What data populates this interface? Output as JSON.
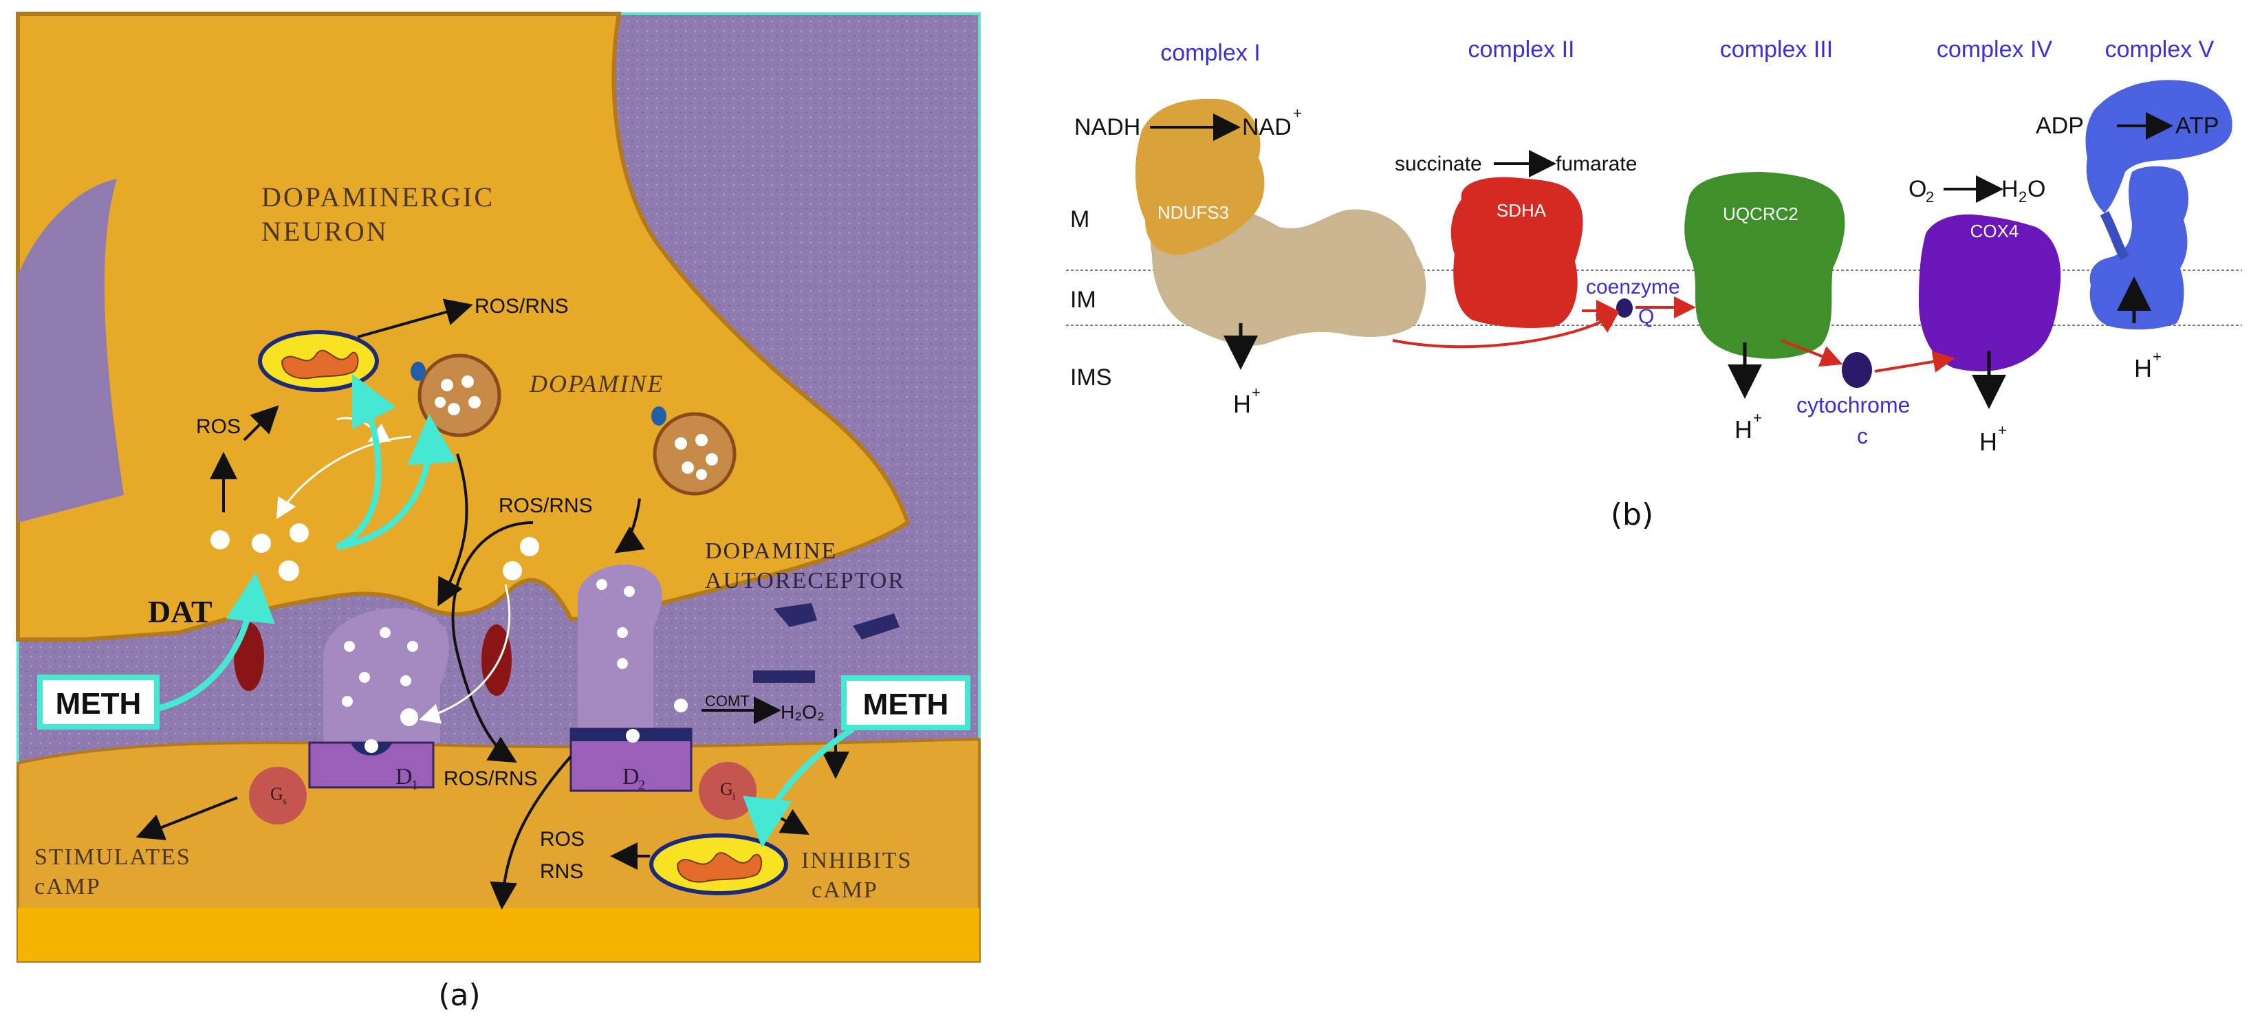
{
  "panel_a": {
    "caption": "(a)",
    "neuron_label_line1": "DOPAMINERGIC",
    "neuron_label_line2": "NEURON",
    "dopamine_label": "DOPAMINE",
    "autoreceptor_line1": "DOPAMINE",
    "autoreceptor_line2": "AUTORECEPTOR",
    "dat_label": "DAT",
    "meth_left": "METH",
    "meth_right": "METH",
    "ros_rns_top": "ROS/RNS",
    "ros_label": "ROS",
    "ros_rns_mid": "ROS/RNS",
    "ros_rns_bottom": "ROS/RNS",
    "comt_label": "COMT",
    "h2o2_label": "H₂O₂",
    "d1_label": "D",
    "d1_sub": "1",
    "d2_label": "D",
    "d2_sub": "2",
    "gs_label": "G",
    "gs_sub": "s",
    "gi_label": "G",
    "gi_sub": "i",
    "stimulates_line1": "STIMULATES",
    "stimulates_line2": "cAMP",
    "inhibits_line1": "INHIBITS",
    "inhibits_line2": "cAMP",
    "ros_bottom": "ROS",
    "rns_bottom": "RNS",
    "colors": {
      "background_purple": "#8f7bb0",
      "neuron_yellow": "#e7a928",
      "meth_cyan": "#45e8d2",
      "dat_red": "#8a1515"
    }
  },
  "panel_b": {
    "caption": "(b)",
    "complex_titles": [
      "complex I",
      "complex II",
      "complex III",
      "complex IV",
      "complex V"
    ],
    "region_labels": [
      "M",
      "IM",
      "IMS"
    ],
    "nadh": "NADH",
    "nad": "NAD",
    "nad_sup": "+",
    "succinate": "succinate",
    "fumarate": "fumarate",
    "o2": "O",
    "o2_sub": "2",
    "h2o_h": "H",
    "h2o_sub": "2",
    "h2o_o": "O",
    "adp": "ADP",
    "atp": "ATP",
    "subunits": [
      "NDUFS3",
      "SDHA",
      "UQCRC2",
      "COX4"
    ],
    "coenzyme_line1": "coenzyme",
    "coenzyme_line2": "Q",
    "cytochrome_line1": "cytochrome",
    "cytochrome_line2": "c",
    "proton": "H",
    "proton_sup": "+",
    "colors": {
      "title_blue": "#3a2fd8",
      "complex1": "#d9a23a",
      "complex1_base": "#c9b58f",
      "complex2": "#d42a22",
      "complex3": "#3f8f2a",
      "complex4": "#6a16b8",
      "complex5": "#4a62e0",
      "red_arrow": "#d42a22"
    }
  }
}
